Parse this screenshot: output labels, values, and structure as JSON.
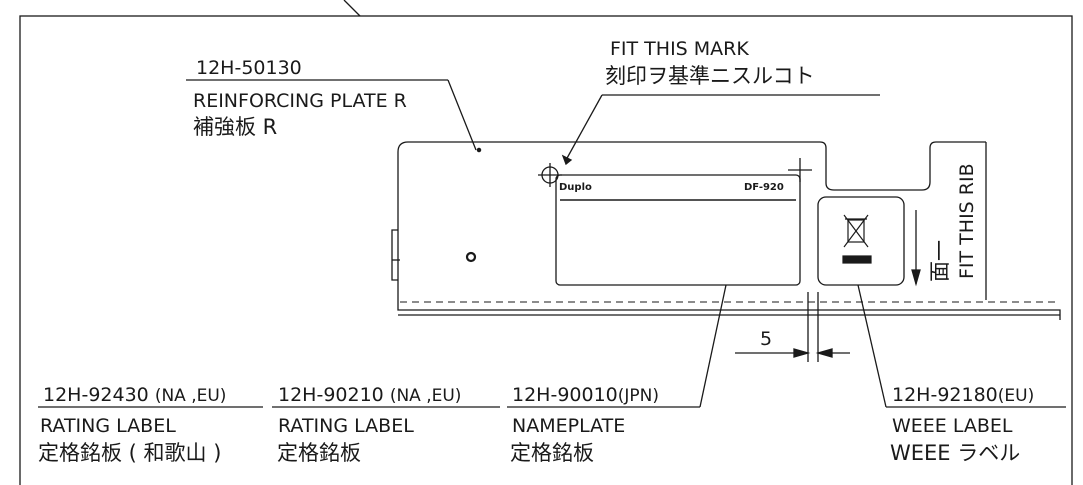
{
  "fit_mark": {
    "en": "FIT THIS MARK",
    "jp": "刻印ヲ基準ニスルコト"
  },
  "reinforcing_plate": {
    "part_no": "12H-50130",
    "en": "REINFORCING PLATE R",
    "jp": "補強板 R"
  },
  "nameplate_face": {
    "brand": "Duplo",
    "model": "DF-920"
  },
  "fit_rib": {
    "en": "FIT THIS RIB",
    "jp": "面一"
  },
  "dimension": {
    "value": "5"
  },
  "labels": [
    {
      "part_no": "12H-92430",
      "suffix": "(NA ,EU)",
      "en": "RATING LABEL",
      "jp": "定格銘板 ( 和歌山 )"
    },
    {
      "part_no": "12H-90210",
      "suffix": "(NA ,EU)",
      "en": "RATING LABEL",
      "jp": "定格銘板"
    },
    {
      "part_no": "12H-90010",
      "suffix": "(JPN)",
      "en": "NAMEPLATE",
      "jp": "定格銘板"
    },
    {
      "part_no": "12H-92180",
      "suffix": "(EU)",
      "en": "WEEE LABEL",
      "jp": "WEEE ラベル"
    }
  ],
  "weee_icon": "crossed-out-bin-icon"
}
